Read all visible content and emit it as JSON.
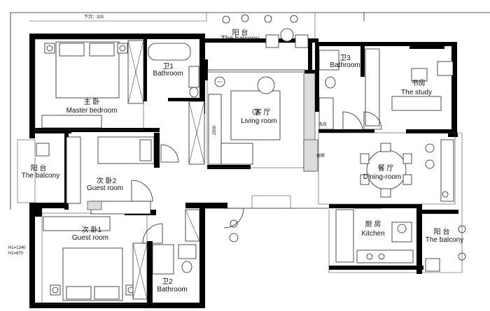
{
  "plan": {
    "top_note": "下沉：320",
    "side_note_1": "H1=1340",
    "side_note_2": "H1=870",
    "ceiling_dim": "2900"
  },
  "rooms": {
    "balcony_top": {
      "cn": "阳 台",
      "en": "The balcony"
    },
    "master_bedroom": {
      "cn": "主 卧",
      "en": "Master bedroom"
    },
    "bathroom_1": {
      "cn": "卫1",
      "en": "Bathroom"
    },
    "living_room": {
      "cn": "客 厅",
      "en": "Living room"
    },
    "bathroom_3": {
      "cn": "卫3",
      "en": "Bathroom"
    },
    "study": {
      "cn": "书房",
      "en": "The study"
    },
    "balcony_left": {
      "cn": "阳 台",
      "en": "The balcony"
    },
    "guest_room_2": {
      "cn": "次 卧2",
      "en": "Guest room"
    },
    "dining_room": {
      "cn": "餐 厅",
      "en": "Dining-room"
    },
    "guest_room_1": {
      "cn": "次 卧1",
      "en": "Guest room"
    },
    "bathroom_2": {
      "cn": "卫2",
      "en": "Bathroom"
    },
    "kitchen": {
      "cn": "厨 房",
      "en": "Kitchen"
    },
    "balcony_right": {
      "cn": "阳 台",
      "en": "The balcony"
    },
    "washer_label": "洗衣",
    "piano_label": "钢琴"
  }
}
